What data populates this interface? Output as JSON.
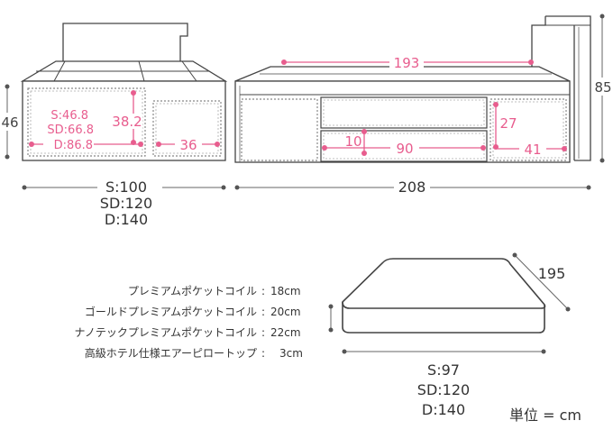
{
  "front_view": {
    "height_label": "46",
    "drawer_depth_s": "S:46.8",
    "drawer_depth_sd": "SD:66.8",
    "drawer_depth_d": "D:86.8",
    "drawer_height": "38.2",
    "small_drawer_width": "36",
    "width_s": "S:100",
    "width_sd": "SD:120",
    "width_d": "D:140"
  },
  "side_view": {
    "inner_length": "193",
    "total_length": "208",
    "total_height": "85",
    "drawer_height_top": "10",
    "drawer_width": "90",
    "small_drawer_height": "27",
    "small_drawer_width": "41"
  },
  "mattress_specs": [
    {
      "name": "プレミアムポケットコイル",
      "sep": ":",
      "value": "18cm"
    },
    {
      "name": "ゴールドプレミアムポケットコイル",
      "sep": ":",
      "value": "20cm"
    },
    {
      "name": "ナノテックプレミアムポケットコイル",
      "sep": ":",
      "value": "22cm"
    },
    {
      "name": "高級ホテル仕様エアーピロートップ",
      "sep": ":",
      "value": "3cm"
    }
  ],
  "mattress": {
    "length": "195",
    "width_s": "S:97",
    "width_sd": "SD:120",
    "width_d": "D:140"
  },
  "unit_label": "単位 = cm"
}
